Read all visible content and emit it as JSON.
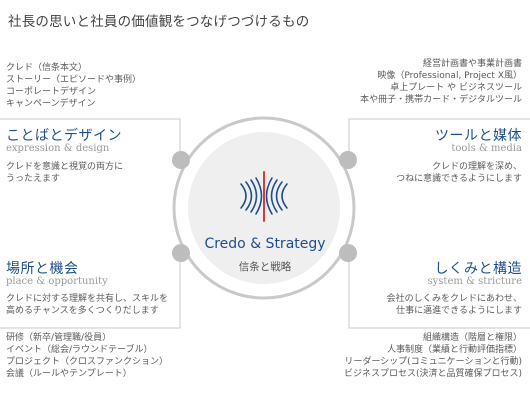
{
  "title": "社長の思いと社員の価値観をつなげつづけるもの",
  "center": {
    "title": "Credo & Strategy",
    "subtitle": "信条と戦略",
    "colors": {
      "blue": "#1e4e8c",
      "red": "#d23c3c",
      "ring": "#c9c9c9",
      "disc": "#efefef",
      "node": "#bdbdbd"
    }
  },
  "quadrants": {
    "top_left": {
      "items": [
        "クレド（信条本文）",
        "ストーリー（エピソードや事例）",
        "コーポレートデザイン",
        "キャンペーンデザイン"
      ],
      "heading": "ことばとデザイン",
      "subheading": "expression & design",
      "description": [
        "クレドを意識と視覚の両方に",
        "うったえます"
      ]
    },
    "top_right": {
      "items": [
        "経営計画書や事業計画書",
        "映像（Professional, Project X風）",
        "卓上プレート や ビジネスツール",
        "本や冊子・携帯カード・デジタルツール"
      ],
      "heading": "ツールと媒体",
      "subheading": "tools & media",
      "description": [
        "クレドの理解を深め、",
        "つねに意識できるようにします"
      ]
    },
    "bottom_left": {
      "heading": "場所と機会",
      "subheading": "place & opportunity",
      "description": [
        "クレドに対する理解を共有し、スキルを",
        "高めるチャンスを多くつくりだします"
      ],
      "items": [
        "研修（新卒/管理職/役員）",
        "イベント（総会/ラウンドテーブル）",
        "プロジェクト（クロスファンクション）",
        "会議（ルールやテンプレート）"
      ]
    },
    "bottom_right": {
      "heading": "しくみと構造",
      "subheading": "system & stricture",
      "description": [
        "会社のしくみをクレドにあわせ、",
        "仕事に邁進できるようにします"
      ],
      "items": [
        "組織構造（階層と権限）",
        "人事制度（業績と行動評価指標）",
        "リーダーシップ(コミュニケーションと行動)",
        "ビジネスプロセス(決済と品質確保プロセス)"
      ]
    }
  }
}
